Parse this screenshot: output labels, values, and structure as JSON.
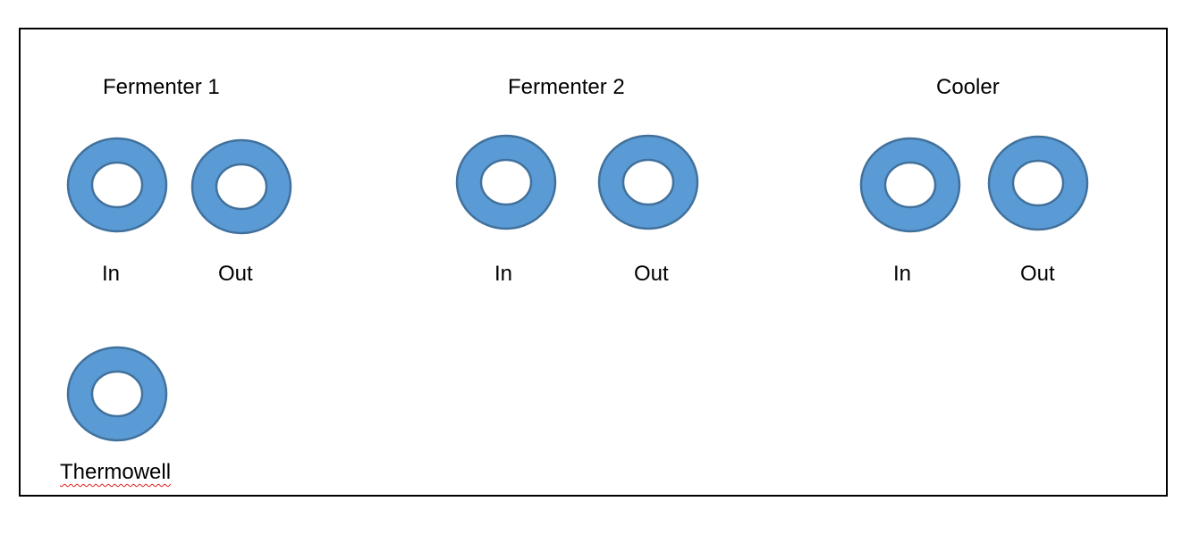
{
  "groups": [
    {
      "title": "Fermenter 1",
      "ports": [
        {
          "label": "In"
        },
        {
          "label": "Out"
        }
      ]
    },
    {
      "title": "Fermenter 2",
      "ports": [
        {
          "label": "In"
        },
        {
          "label": "Out"
        }
      ]
    },
    {
      "title": "Cooler",
      "ports": [
        {
          "label": "In"
        },
        {
          "label": "Out"
        }
      ]
    }
  ],
  "thermowell": {
    "label": "Thermowell"
  },
  "colors": {
    "ring_fill": "#5b9bd5",
    "ring_stroke": "#41719c",
    "hole_fill": "#ffffff",
    "border": "#000000",
    "spellcheck_underline": "#e02020"
  }
}
